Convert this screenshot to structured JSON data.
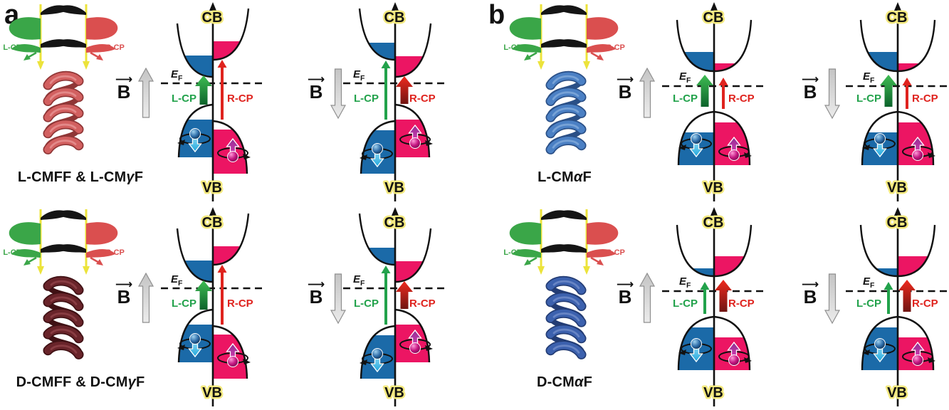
{
  "labels": {
    "cb": "CB",
    "vb": "VB",
    "ef_main": "E",
    "ef_sub": "F",
    "lcp": "L-CP",
    "rcp": "R-CP",
    "b": "B",
    "vector_arrow": "⟶"
  },
  "colors": {
    "background": "#ffffff",
    "text": "#111111",
    "blue_band": "#1b6aa8",
    "pink_band": "#ec1563",
    "green_arrow": "#22a24b",
    "green_arrow_dark": "#0c632b",
    "green_arrow_bright": "#3fbc53",
    "red_arrow": "#df231e",
    "red_arrow_dark": "#701512",
    "red_arrow_bright": "#ee2a1e",
    "label_glow": "#f3e97e",
    "fermi_line": "#111111",
    "axis": "#111111",
    "field_arrow_top": "#c4c4c4",
    "field_arrow_bottom": "#ebebeb",
    "field_arrow_stroke": "#8f8f8f",
    "cyan_spin_light": "#b5ecfc",
    "cyan_spin_deep": "#1fa6dc",
    "magenta_spin_dark": "#8e2f93",
    "magenta_spin_bright": "#ef3fbb",
    "sphere_blue_light": "#9fd1ef",
    "sphere_blue_mid": "#2d6ca8",
    "sphere_blue_dark": "#0a2746",
    "sphere_magenta_light": "#ff9ad8",
    "sphere_magenta_mid": "#c2147f",
    "sphere_magenta_dark": "#700a4d",
    "cp_green": "#3aa648",
    "cp_red": "#da4f4f",
    "cp_black": "#151515",
    "cp_yellow": "#ece33b",
    "helix": {
      "salmon_red": {
        "main": "#d26060",
        "dark": "#8f3636",
        "light": "#eda0a0"
      },
      "dark_maroon": {
        "main": "#69242a",
        "dark": "#3f1114",
        "light": "#9a4a50"
      },
      "medium_blue": {
        "main": "#4b80c4",
        "dark": "#2a4f86",
        "light": "#8fb4e0"
      },
      "dark_blue": {
        "main": "#3c61ae",
        "dark": "#233c74",
        "light": "#7e97cf"
      }
    }
  },
  "panels": [
    {
      "label": "a",
      "rows": [
        {
          "molecule": {
            "label_parts": [
              {
                "text": "L-CMFF & L-CM"
              },
              {
                "text": "γ",
                "italic": true
              },
              {
                "text": "F"
              }
            ],
            "hand": "L",
            "helix_color": "salmon_red"
          },
          "diagrams": [
            {
              "field": "up",
              "bands": "split",
              "dominant_cp": "L"
            },
            {
              "field": "down",
              "bands": "split",
              "dominant_cp": "R"
            }
          ]
        },
        {
          "molecule": {
            "label_parts": [
              {
                "text": "D-CMFF & D-CM"
              },
              {
                "text": "γ",
                "italic": true
              },
              {
                "text": "F"
              }
            ],
            "hand": "D",
            "helix_color": "dark_maroon"
          },
          "diagrams": [
            {
              "field": "up",
              "bands": "split",
              "dominant_cp": "L"
            },
            {
              "field": "down",
              "bands": "split",
              "dominant_cp": "R"
            }
          ]
        }
      ]
    },
    {
      "label": "b",
      "rows": [
        {
          "molecule": {
            "label_parts": [
              {
                "text": "L-CM"
              },
              {
                "text": "α",
                "italic": true
              },
              {
                "text": "F"
              }
            ],
            "hand": "L",
            "helix_color": "medium_blue"
          },
          "diagrams": [
            {
              "field": "up",
              "bands": "symmetric",
              "dominant_cp": "L"
            },
            {
              "field": "down",
              "bands": "symmetric",
              "dominant_cp": "L"
            }
          ]
        },
        {
          "molecule": {
            "label_parts": [
              {
                "text": "D-CM"
              },
              {
                "text": "α",
                "italic": true
              },
              {
                "text": "F"
              }
            ],
            "hand": "D",
            "helix_color": "dark_blue"
          },
          "diagrams": [
            {
              "field": "up",
              "bands": "symmetric",
              "dominant_cp": "R"
            },
            {
              "field": "down",
              "bands": "symmetric",
              "dominant_cp": "R"
            }
          ]
        }
      ]
    }
  ]
}
